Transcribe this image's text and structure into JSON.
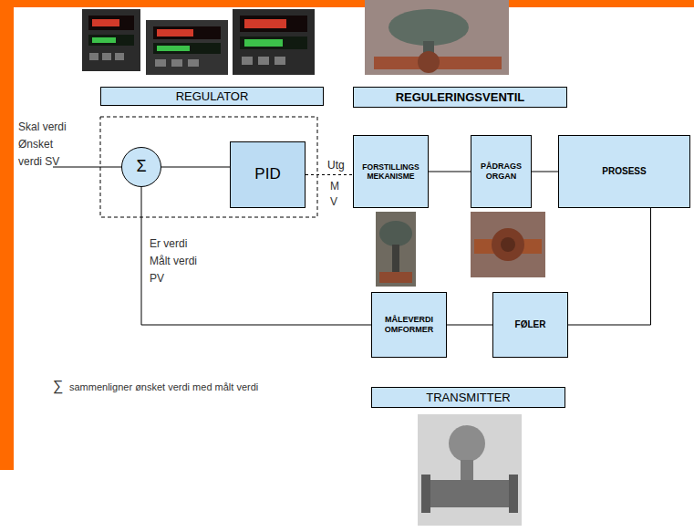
{
  "diagram": {
    "nodes": [
      {
        "text": [
          "REGULATOR"
        ]
      },
      {
        "text": [
          "REGULERINGSVENTIL"
        ]
      },
      {
        "text": [
          "Σ"
        ]
      },
      {
        "text": [
          "PID"
        ]
      },
      {
        "text": [
          "FORSTILLINGS MEKANISME"
        ]
      },
      {
        "text": [
          "PÅDRAGS ORGAN"
        ]
      },
      {
        "text": [
          "PROSESS"
        ]
      },
      {
        "text": [
          "MÅLEVERDI OMFORMER"
        ]
      },
      {
        "text": [
          "FØLER"
        ]
      },
      {
        "text": [
          "TRANSMITTER"
        ]
      }
    ],
    "edges": [
      {
        "from": 2,
        "to": 3,
        "arrow": "none"
      },
      {
        "from": 3,
        "to": 4,
        "label": "Utg",
        "arrow": "none"
      },
      {
        "from": 4,
        "to": 5,
        "arrow": "none"
      },
      {
        "from": 5,
        "to": 6,
        "arrow": "none"
      },
      {
        "from": 6,
        "to": 8,
        "arrow": "none"
      },
      {
        "from": 8,
        "to": 7,
        "arrow": "none"
      },
      {
        "from": 7,
        "to": 2,
        "arrow": "none"
      }
    ],
    "labels": [
      "Skal verdi Ønsket verdi SV",
      "Er verdi Målt verdi PV",
      "M",
      "V",
      "∑",
      "sammenligner ønsket verdi med målt verdi"
    ]
  }
}
